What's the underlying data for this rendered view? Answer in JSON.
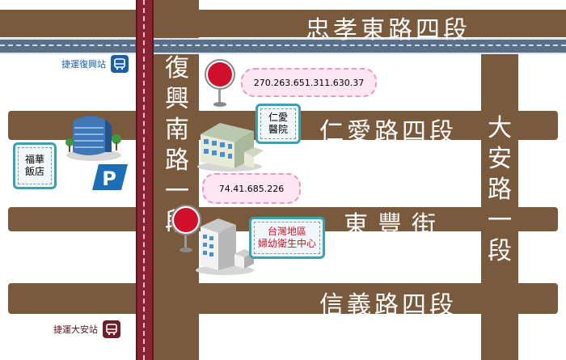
{
  "roads": {
    "zhongxiao": "忠孝東路四段",
    "renai": "仁愛路四段",
    "dongfeng": "東豐街",
    "xinyi": "信義路四段",
    "fuxing": [
      "復",
      "興",
      "南",
      "路",
      "一",
      "段"
    ],
    "daan": [
      "大",
      "安",
      "路",
      "一",
      "段"
    ]
  },
  "stations": {
    "fuxing": "捷運復興站",
    "daan": "捷運大安站"
  },
  "places": {
    "fuhua_hotel": [
      "福華",
      "飯店"
    ],
    "renai_hospital": [
      "仁愛",
      "醫院"
    ],
    "health_center": [
      "台灣地區",
      "婦幼衛生中心"
    ]
  },
  "phones": {
    "top": "270.263.651.311.630.37",
    "mid": "74.41.685.226"
  },
  "colors": {
    "road": "#7a5a3d",
    "mrt_blue": "#1a5fa8",
    "mrt_brown": "#6b1f2b",
    "card_border": "#3aa1b0",
    "text_red": "#d0102a",
    "parking": "#1a6fb8"
  }
}
